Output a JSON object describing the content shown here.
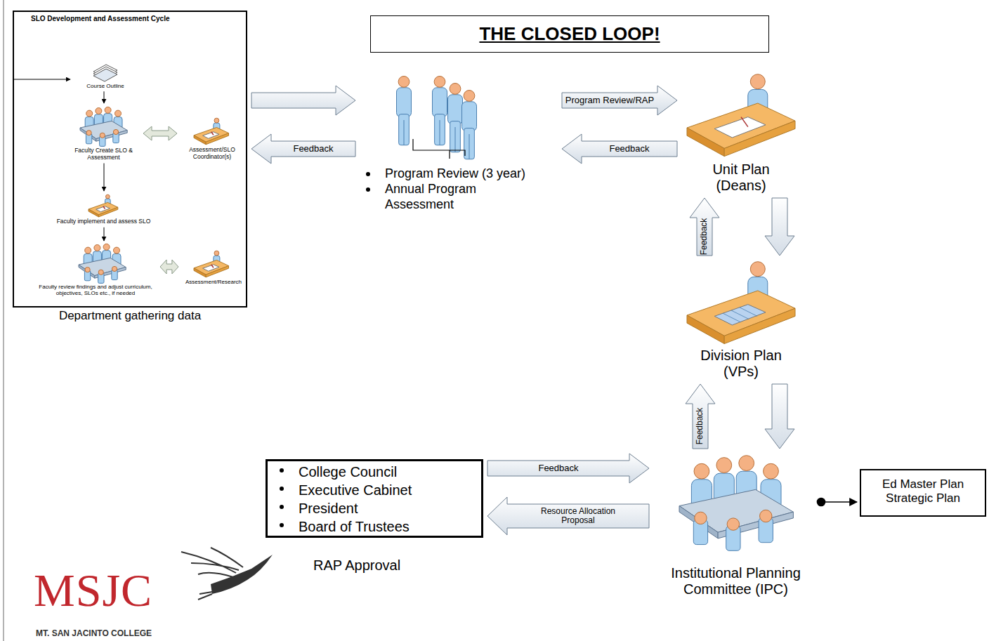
{
  "diagram": {
    "title": "THE CLOSED LOOP!",
    "nodes": [
      {
        "text": [
          "SLO Development and Assessment Cycle",
          "Department gathering data"
        ]
      },
      {
        "text": [
          "Course Outline"
        ],
        "in": 0
      },
      {
        "text": [
          "Faculty Create SLO & Assessment"
        ],
        "in": 0
      },
      {
        "text": [
          "Assessment/SLO Coordinator(s)"
        ],
        "in": 0
      },
      {
        "text": [
          "Faculty implement and assess SLO"
        ],
        "in": 0
      },
      {
        "text": [
          "Faculty review findings and adjust curriculum, objectives, SLOs etc., if needed"
        ],
        "in": 0
      },
      {
        "text": [
          "Assessment/Research"
        ],
        "in": 0
      },
      {
        "text": [
          "Program Review (3 year)",
          "Annual Program Assessment"
        ]
      },
      {
        "text": [
          "Unit Plan (Deans)"
        ]
      },
      {
        "text": [
          "Division Plan (VPs)"
        ]
      },
      {
        "text": [
          "Institutional Planning Committee (IPC)"
        ]
      },
      {
        "text": [
          "Ed Master Plan Strategic Plan"
        ]
      },
      {
        "text": [
          "College Council",
          "Executive Cabinet",
          "President",
          "Board of Trustees",
          "RAP Approval"
        ]
      }
    ],
    "edges": [
      {
        "from": 1,
        "to": 2,
        "arrow": "to"
      },
      {
        "from": 2,
        "to": 3,
        "arrow": "both"
      },
      {
        "from": 2,
        "to": 4,
        "arrow": "to"
      },
      {
        "from": 4,
        "to": 5,
        "arrow": "to"
      },
      {
        "from": 5,
        "to": 6,
        "arrow": "both"
      },
      {
        "from": 0,
        "to": 7,
        "arrow": "to"
      },
      {
        "from": 7,
        "to": 0,
        "label": "Feedback",
        "arrow": "to"
      },
      {
        "from": 7,
        "to": 8,
        "label": "Program Review/RAP",
        "arrow": "to"
      },
      {
        "from": 8,
        "to": 7,
        "label": "Feedback",
        "arrow": "to"
      },
      {
        "from": 8,
        "to": 9,
        "arrow": "to"
      },
      {
        "from": 9,
        "to": 8,
        "label": "Feedback",
        "arrow": "to"
      },
      {
        "from": 9,
        "to": 10,
        "arrow": "to"
      },
      {
        "from": 10,
        "to": 9,
        "label": "Feedback",
        "arrow": "to"
      },
      {
        "from": 12,
        "to": 10,
        "label": "Feedback",
        "arrow": "to"
      },
      {
        "from": 10,
        "to": 12,
        "label": "Resource Allocation Proposal",
        "arrow": "to"
      },
      {
        "from": 10,
        "to": 11,
        "arrow": "to"
      }
    ],
    "labels": [
      "MSJC",
      "MT. SAN JACINTO COLLEGE"
    ]
  }
}
